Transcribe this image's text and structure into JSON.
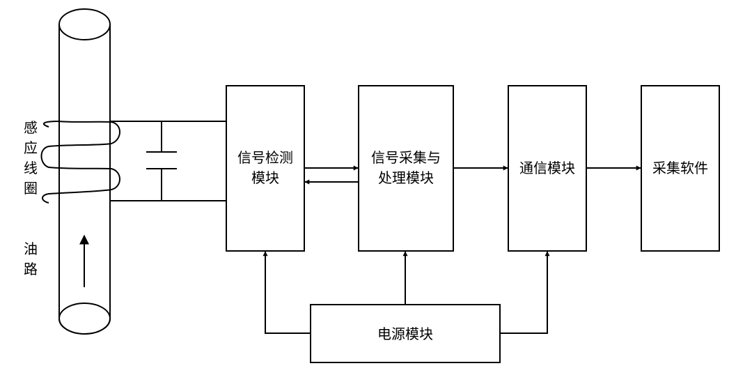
{
  "pipe": {
    "coil_label_chars": [
      "感",
      "应",
      "线",
      "圈"
    ],
    "oil_label_chars": [
      "油",
      "路"
    ]
  },
  "modules": {
    "detect": {
      "line1": "信号检测",
      "line2": "模块"
    },
    "acquire": {
      "line1": "信号采集与",
      "line2": "处理模块"
    },
    "comm": {
      "label": "通信模块"
    },
    "software": {
      "label": "采集软件"
    },
    "power": {
      "label": "电源模块"
    }
  }
}
